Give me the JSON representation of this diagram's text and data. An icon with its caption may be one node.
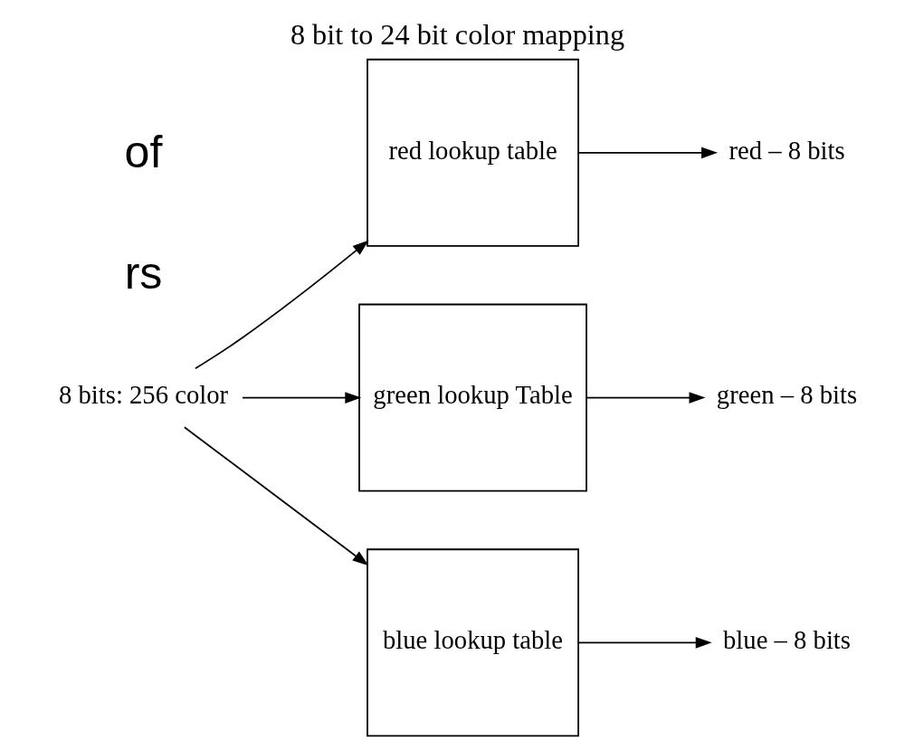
{
  "diagram": {
    "title": "8 bit to 24 bit color mapping",
    "nodes": [
      {
        "text": [
          "8 bits: 256 color"
        ]
      },
      {
        "text": [
          "red lookup table"
        ]
      },
      {
        "text": [
          "green lookup Table"
        ]
      },
      {
        "text": [
          "blue lookup table"
        ]
      },
      {
        "text": [
          "red – 8 bits"
        ]
      },
      {
        "text": [
          "green – 8 bits"
        ]
      },
      {
        "text": [
          "blue – 8 bits"
        ]
      }
    ],
    "edges": [
      {
        "from": 0,
        "to": 1,
        "arrow": "to"
      },
      {
        "from": 0,
        "to": 2,
        "arrow": "to"
      },
      {
        "from": 0,
        "to": 3,
        "arrow": "to"
      },
      {
        "from": 1,
        "to": 4,
        "arrow": "to"
      },
      {
        "from": 2,
        "to": 5,
        "arrow": "to"
      },
      {
        "from": 3,
        "to": 6,
        "arrow": "to"
      }
    ],
    "labels": [
      "rs",
      "of"
    ]
  }
}
